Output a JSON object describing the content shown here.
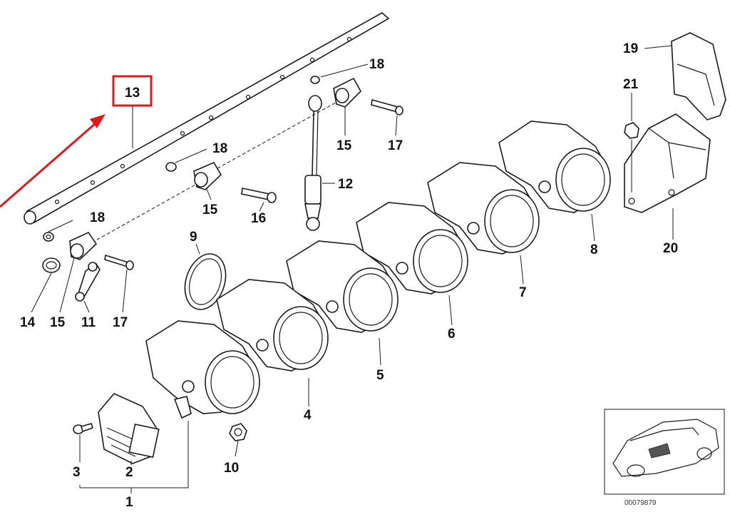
{
  "labels": {
    "l1": "1",
    "l2": "2",
    "l3": "3",
    "l4": "4",
    "l5": "5",
    "l6": "6",
    "l7": "7",
    "l8": "8",
    "l9": "9",
    "l10": "10",
    "l11": "11",
    "l12": "12",
    "l13": "13",
    "l14": "14",
    "l15a": "15",
    "l15b": "15",
    "l15c": "15",
    "l16": "16",
    "l17a": "17",
    "l17b": "17",
    "l18a": "18",
    "l18b": "18",
    "l18c": "18",
    "l19": "19",
    "l20": "20",
    "l21": "21"
  },
  "reference_number": "00079879",
  "colors": {
    "highlight": "#e0191b",
    "line": "#1a1a1a",
    "background": "#ffffff"
  }
}
